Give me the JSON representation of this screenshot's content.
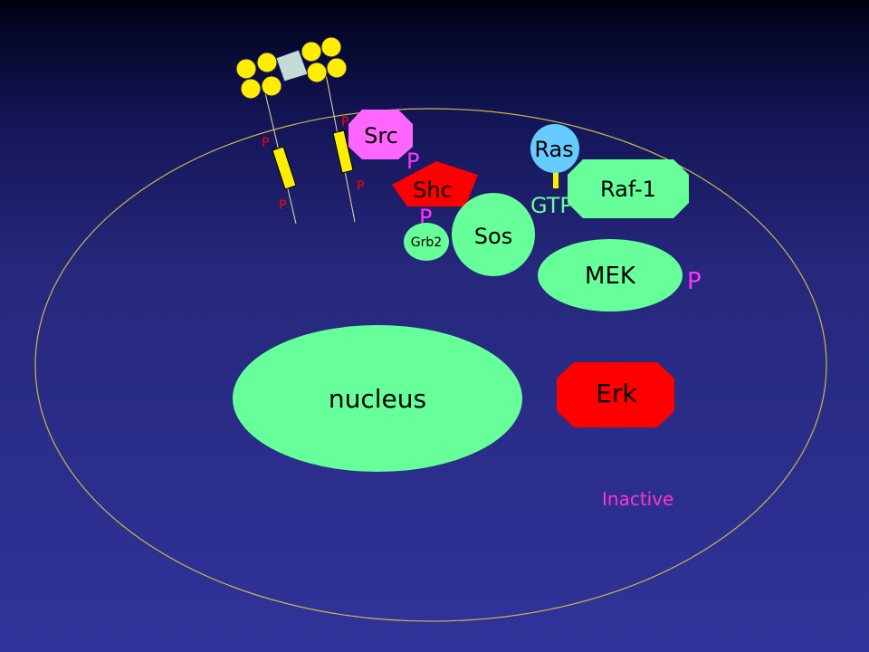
{
  "diagram": {
    "labels": {
      "src": "Src",
      "ras": "Ras",
      "raf": "Raf-1",
      "shc": "Shc",
      "sos": "Sos",
      "grb2": "Grb2",
      "mek": "MEK",
      "erk": "Erk",
      "nucleus": "nucleus",
      "gtp": "GTP",
      "status": "Inactive"
    },
    "phospho": {
      "src": "P",
      "shc": "P",
      "mek": "P",
      "r1_top": "P",
      "r1_bottom": "P",
      "r2_top": "P",
      "r2_bottom": "P"
    },
    "colors": {
      "background": "#30339a",
      "cell_outline": "#c8b84a",
      "protein_green": "#66ff99",
      "src": "#ff66ff",
      "ras": "#66ccff",
      "erk": "#ff0000",
      "shc": "#ff0000",
      "phospho_magenta": "#ff33ff",
      "phospho_red": "#ff0000",
      "ligand": "#ffee00",
      "receptor": "#ffee00",
      "status_text": "#ff33cc"
    }
  }
}
